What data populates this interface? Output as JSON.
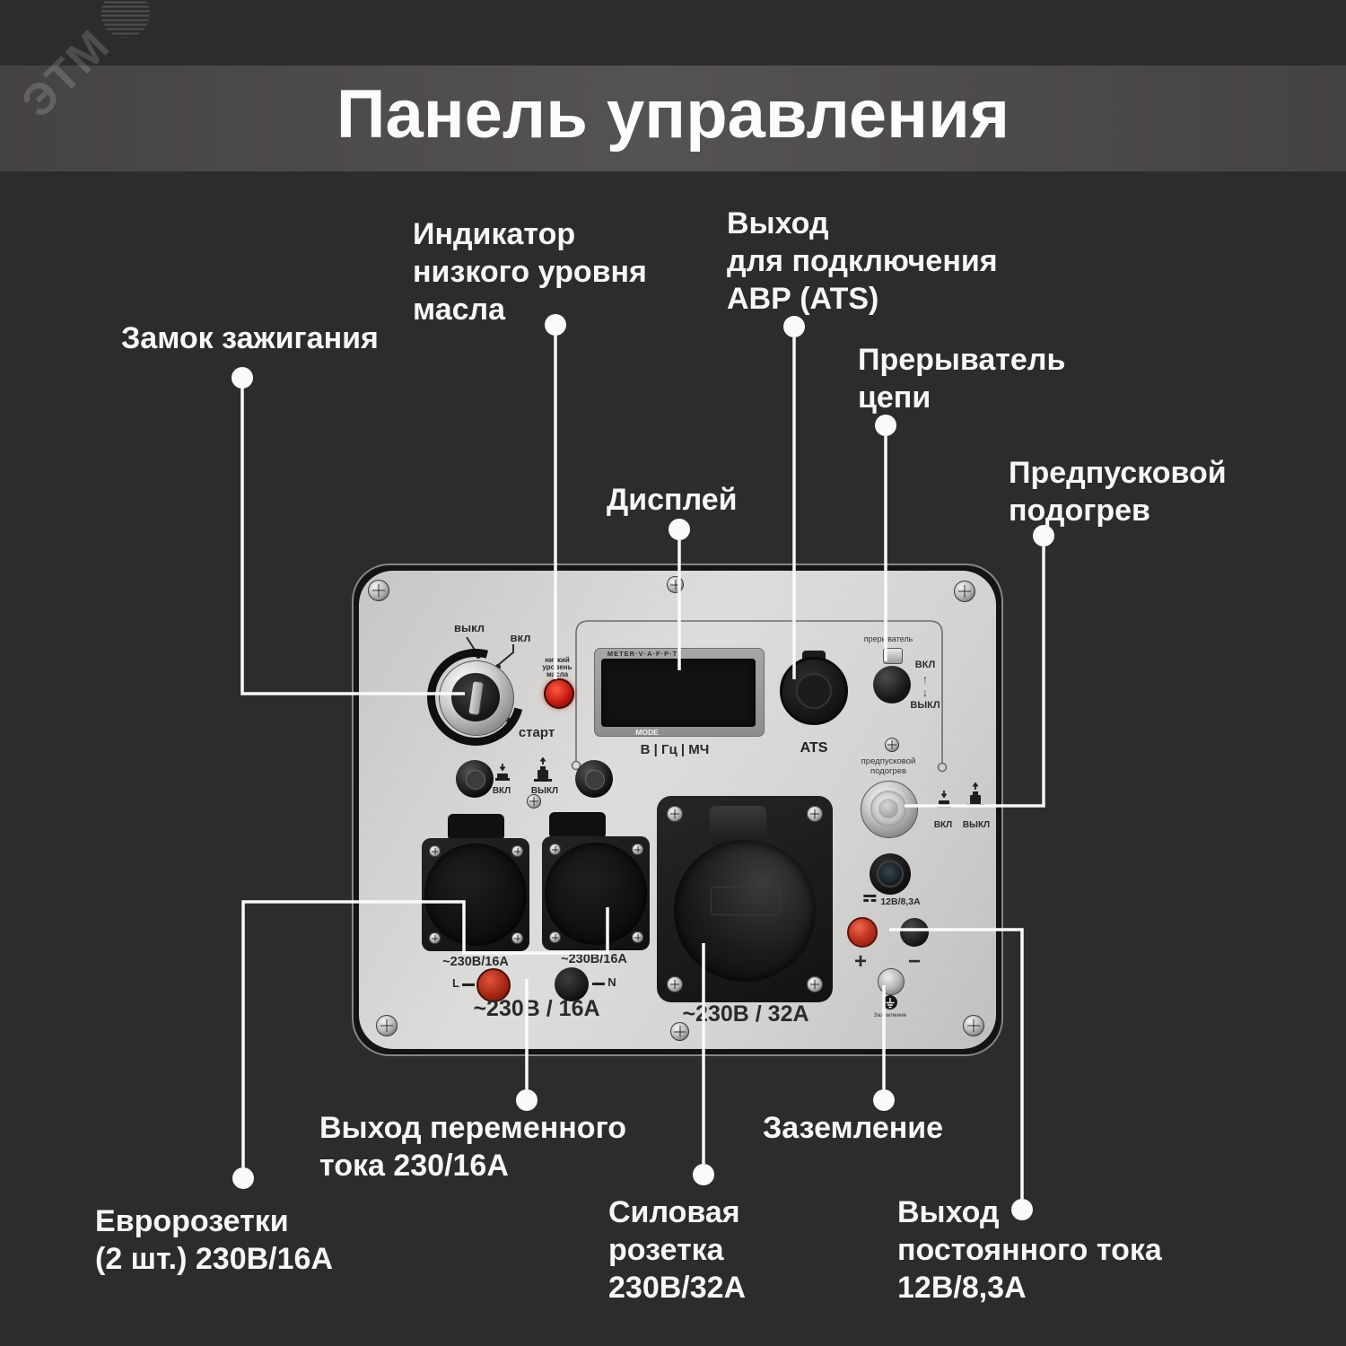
{
  "watermark": {
    "text": "ЭТМ"
  },
  "title": "Панель управления",
  "callouts": {
    "oil": {
      "lines": [
        "Индикатор",
        "низкого уровня",
        "масла"
      ]
    },
    "ats": {
      "lines": [
        "Выход",
        "для подключения",
        "АВР (ATS)"
      ]
    },
    "ignition": {
      "lines": [
        "Замок зажигания"
      ]
    },
    "breaker": {
      "lines": [
        "Прерыватель",
        "цепи"
      ]
    },
    "display": {
      "lines": [
        "Дисплей"
      ]
    },
    "preheat": {
      "lines": [
        "Предпусковой",
        "подогрев"
      ]
    },
    "euro": {
      "lines": [
        "Евророзетки",
        "(2 шт.) 230В/16А"
      ]
    },
    "ac": {
      "lines": [
        "Выход переменного",
        "тока 230/16А"
      ]
    },
    "power": {
      "lines": [
        "Силовая",
        "розетка",
        "230В/32А"
      ]
    },
    "ground": {
      "lines": [
        "Заземление"
      ]
    },
    "dc": {
      "lines": [
        "Выход",
        "постоянного тока",
        "12В/8,3А"
      ]
    }
  },
  "panel": {
    "ignition": {
      "off": "выкл",
      "on": "вкл",
      "start": "старт"
    },
    "oil_lamp": {
      "lines": [
        "низкий",
        "уровень",
        "масла"
      ]
    },
    "display": {
      "top": "METER·V·A·F·P·T",
      "mode": "MODE",
      "units": "В | Гц | МЧ"
    },
    "ats": {
      "label": "ATS"
    },
    "breaker": {
      "title": "прерыватель",
      "on": "ВКЛ",
      "up": "↑",
      "down": "↓",
      "off": "ВЫКЛ"
    },
    "buttons": {
      "on": "ВКЛ",
      "off": "ВЫКЛ"
    },
    "preheat": {
      "line1": "предпусковой",
      "line2": "подогрев",
      "on": "ВКЛ",
      "off": "ВЫКЛ"
    },
    "dc12": {
      "label": "12В/8,3А"
    },
    "posts": {
      "plus": "+",
      "minus": "−"
    },
    "ground": {
      "label": "Заземление"
    },
    "euro_sockets": {
      "socket1_label": "~230В/16А",
      "socket2_label": "~230В/16А",
      "l": "L",
      "n": "N",
      "group_label": "~230В / 16А"
    },
    "power_socket": {
      "label": "~230В / 32А"
    }
  },
  "colors": {
    "background": "#2d2c2c",
    "accent_line": "#fafafa",
    "oil_lamp_red": "#c41b10",
    "post_red": "#c03522"
  }
}
